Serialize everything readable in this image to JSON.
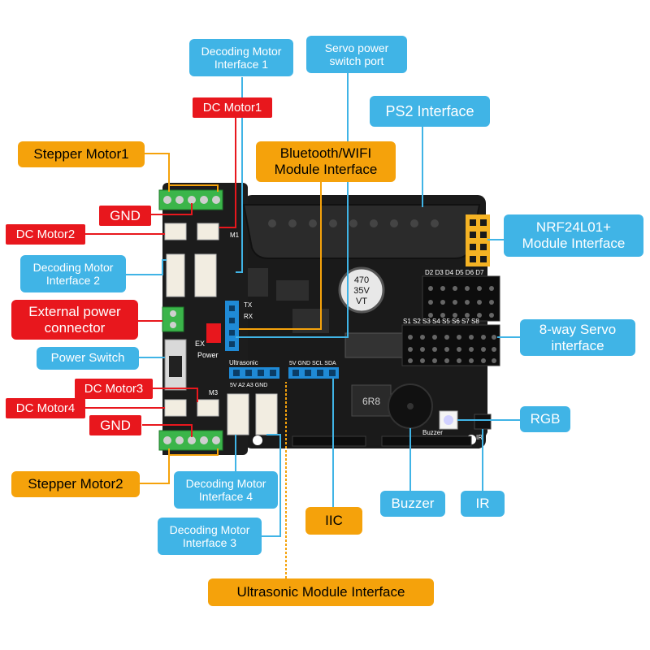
{
  "labels": {
    "decoding_motor_1": "Decoding Motor\nInterface 1",
    "servo_power_switch": "Servo power\nswitch port",
    "dc_motor_1": "DC Motor1",
    "ps2": "PS2 Interface",
    "stepper_motor_1": "Stepper Motor1",
    "bluetooth_wifi": "Bluetooth/WIFI\nModule Interface",
    "gnd_top": "GND",
    "nrf24l01": "NRF24L01+\nModule Interface",
    "dc_motor_2": "DC Motor2",
    "decoding_motor_2": "Decoding Motor\nInterface 2",
    "external_power": "External power\nconnector",
    "eight_way_servo": "8-way Servo\ninterface",
    "power_switch": "Power Switch",
    "dc_motor_3": "DC Motor3",
    "dc_motor_4": "DC Motor4",
    "rgb": "RGB",
    "gnd_bottom": "GND",
    "stepper_motor_2": "Stepper Motor2",
    "decoding_motor_4": "Decoding Motor\nInterface 4",
    "buzzer": "Buzzer",
    "ir": "IR",
    "iic": "IIC",
    "decoding_motor_3": "Decoding Motor\nInterface 3",
    "ultrasonic": "Ultrasonic Module Interface"
  },
  "silkscreen": {
    "capacitor": "470\n35V\nVT",
    "inductor": "6R8",
    "ultrasonic_title": "Ultrasonic",
    "ultrasonic_pins": "5V  A2  A3  GND",
    "iic_pins": "5V GND SCL SDA",
    "digital_pins": "D2 D3 D4 D5 D6 D7",
    "servo_pins": "S1 S2 S3 S4 S5 S6 S7 S8",
    "power": "Power",
    "buzzer": "Buzzer",
    "m1": "M1",
    "m3": "M3",
    "uart_tx": "TX",
    "uart_rx": "RX",
    "ex": "EX",
    "ir": "IR"
  },
  "colors": {
    "blue_label": "#40b4e6",
    "orange_label": "#f5a20b",
    "red_label": "#e8171d",
    "board": "#1a1a1a"
  }
}
